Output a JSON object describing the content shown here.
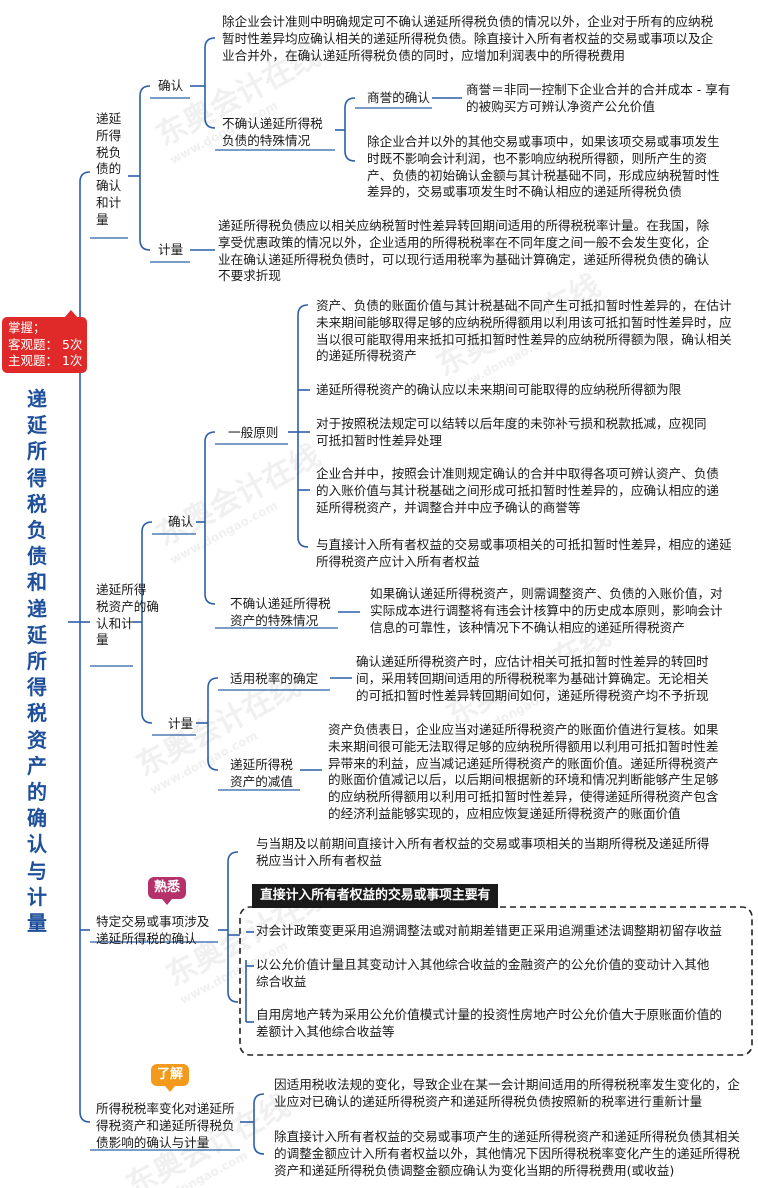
{
  "badge": {
    "line1": "掌握；",
    "line2": "客观题：  5次",
    "line3": "主观题：  1次"
  },
  "root_title": "递\n延\n所\n得\n税\n负\n债\n和\n递\n延\n所\n得\n税\n资\n产\n的\n确\n认\n与\n计\n量",
  "liability": {
    "label": "递延\n所得\n税负\n债的\n确认\n和计\n量",
    "recognize": {
      "label": "确认",
      "general": "除企业会计准则中明确规定可不确认递延所得税负债的情况以外，企业对于所有的应纳税\n暂时性差异均应确认相关的递延所得税负债。除直接计入所有者权益的交易或事项以及企\n业合并外，在确认递延所得税负债的同时，应增加利润表中的所得税费用",
      "exception": {
        "label": "不确认递延所得税\n负债的特殊情况",
        "goodwill_label": "商誉的确认",
        "goodwill_text": "商誉＝非同一控制下企业合并的合并成本 - 享有\n的被购买方可辨认净资产公允价值",
        "other_text": "除企业合并以外的其他交易或事项中，如果该项交易或事项发生\n时既不影响会计利润，也不影响应纳税所得额，则所产生的资\n产、负债的初始确认金额与其计税基础不同，形成应纳税暂时性\n差异的，交易或事项发生时不确认相应的递延所得税负债"
      }
    },
    "measure": {
      "label": "计量",
      "text": "递延所得税负债应以相关应纳税暂时性差异转回期间适用的所得税税率计量。在我国，除\n享受优惠政策的情况以外，企业适用的所得税税率在不同年度之间一般不会发生变化，企\n业在确认递延所得税负债时，可以现行适用税率为基础计算确定，递延所得税负债的确认\n不要求折现"
    }
  },
  "asset": {
    "label": "递延所得\n税资产的确\n认和计\n量",
    "recognize": {
      "label": "确认",
      "general": {
        "label": "一般原则",
        "items": [
          "资产、负债的账面价值与其计税基础不同产生可抵扣暂时性差异的，在估计\n未来期间能够取得足够的应纳税所得额用以利用该可抵扣暂时性差异时，应\n当以很可能取得用来抵扣可抵扣暂时性差异的应纳税所得额为限，确认相关\n的递延所得税资产",
          "递延所得税资产的确认应以未来期间可能取得的应纳税所得额为限",
          "对于按照税法规定可以结转以后年度的未弥补亏损和税款抵减，应视同\n可抵扣暂时性差异处理",
          "企业合并中，按照会计准则规定确认的合并中取得各项可辨认资产、负债\n的入账价值与其计税基础之间形成可抵扣暂时性差异的，应确认相应的递\n延所得税资产，并调整合并中应予确认的商誉等",
          "与直接计入所有者权益的交易或事项相关的可抵扣暂时性差异，相应的递延\n所得税资产应计入所有者权益"
        ]
      },
      "exception": {
        "label": "不确认递延所得税\n资产的特殊情况",
        "text": "如果确认递延所得税资产，则需调整资产、负债的入账价值，对\n实际成本进行调整将有违会计核算中的历史成本原则，影响会计\n信息的可靠性，该种情况下不确认相应的递延所得税资产"
      }
    },
    "measure": {
      "label": "计量",
      "rate": {
        "label": "适用税率的确定",
        "text": "确认递延所得税资产时，应估计相关可抵扣暂时性差异的转回时\n间，采用转回期间适用的所得税税率为基础计算确定。无论相关\n的可抵扣暂时性差异转回期间如何，递延所得税资产均不予折现"
      },
      "impair": {
        "label": "递延所得税\n资产的减值",
        "text": "资产负债表日，企业应当对递延所得税资产的账面价值进行复核。如果\n未来期间很可能无法取得足够的应纳税所得额用以利用可抵扣暂时性差\n异带来的利益，应当减记递延所得税资产的账面价值。递延所得税资产\n的账面价值减记以后，以后期间根据新的环境和情况判断能够产生足够\n的应纳税所得额用以利用可抵扣暂时性差异，使得递延所得税资产包含\n的经济利益能够实现的，应相应恢复递延所得税资产的账面价值"
      }
    }
  },
  "special": {
    "label": "特定交易或事项涉及\n递延所得税的确认",
    "tag": "熟悉",
    "text1": "与当期及以前期间直接计入所有者权益的交易或事项相关的当期所得税及递延所得\n税应当计入所有者权益",
    "box_label": "直接计入所有者权益的交易或事项主要有",
    "items": [
      "对会计政策变更采用追溯调整法或对前期差错更正采用追溯重述法调整期初留存收益",
      "以公允价值计量且其变动计入其他综合收益的金融资产的公允价值的变动计入其他\n综合收益",
      "自用房地产转为采用公允价值模式计量的投资性房地产时公允价值大于原账面价值的\n差额计入其他综合收益等"
    ]
  },
  "rate_change": {
    "label": "所得税税率变化对递延所\n得税资产和递延所得税负\n债影响的确认与计量",
    "tag": "了解",
    "text1": "因适用税收法规的变化，导致企业在某一会计期间适用的所得税税率发生变化的，企\n业应对已确认的递延所得税资产和递延所得税负债按照新的税率进行重新计量",
    "text2": "除直接计入所有者权益的交易或事项产生的递延所得税资产和递延所得税负债其相关\n的调整金额应计入所有者权益以外，其他情况下因所得税税率变化产生的递延所得税\n资产和递延所得税负债调整金额应确认为变化当期的所得税费用(或收益)"
  },
  "watermark": {
    "brand": "东奥会计在线",
    "url": "www.dongao.com"
  },
  "colors": {
    "line": "#2c5fa8",
    "badge": "#e02a2a",
    "tag_pink": "#b5316a",
    "tag_orange": "#f39a1c",
    "title": "#1e4f9a"
  }
}
